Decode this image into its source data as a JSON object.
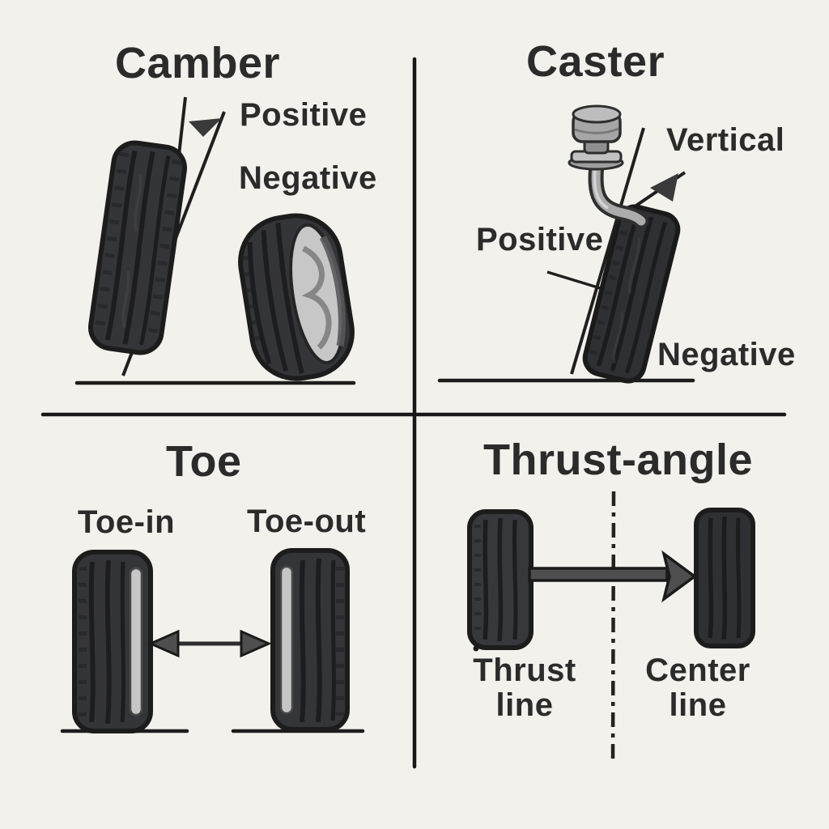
{
  "diagram": {
    "name": "Wheel alignment diagram",
    "background_color": "#f2f1ec",
    "ink_color": "#1f1f1f",
    "text_color": "#2b2b2b",
    "tire_color": "#343538",
    "rim_color": "#c7c7c7",
    "arrow_color": "#4e4e4e"
  },
  "quadrants": {
    "camber": {
      "title": "Camber",
      "labels": {
        "positive": "Positive",
        "negative": "Negative"
      }
    },
    "caster": {
      "title": "Caster",
      "labels": {
        "vertical": "Vertical",
        "positive": "Positive",
        "negative": "Negative"
      }
    },
    "toe": {
      "title": "Toe",
      "labels": {
        "toe_in": "Toe-in",
        "toe_out": "Toe-out"
      }
    },
    "thrust": {
      "title": "Thrust-angle",
      "labels": {
        "thrust_line": "Thrust\nline",
        "center_line": "Center\nline"
      }
    }
  }
}
